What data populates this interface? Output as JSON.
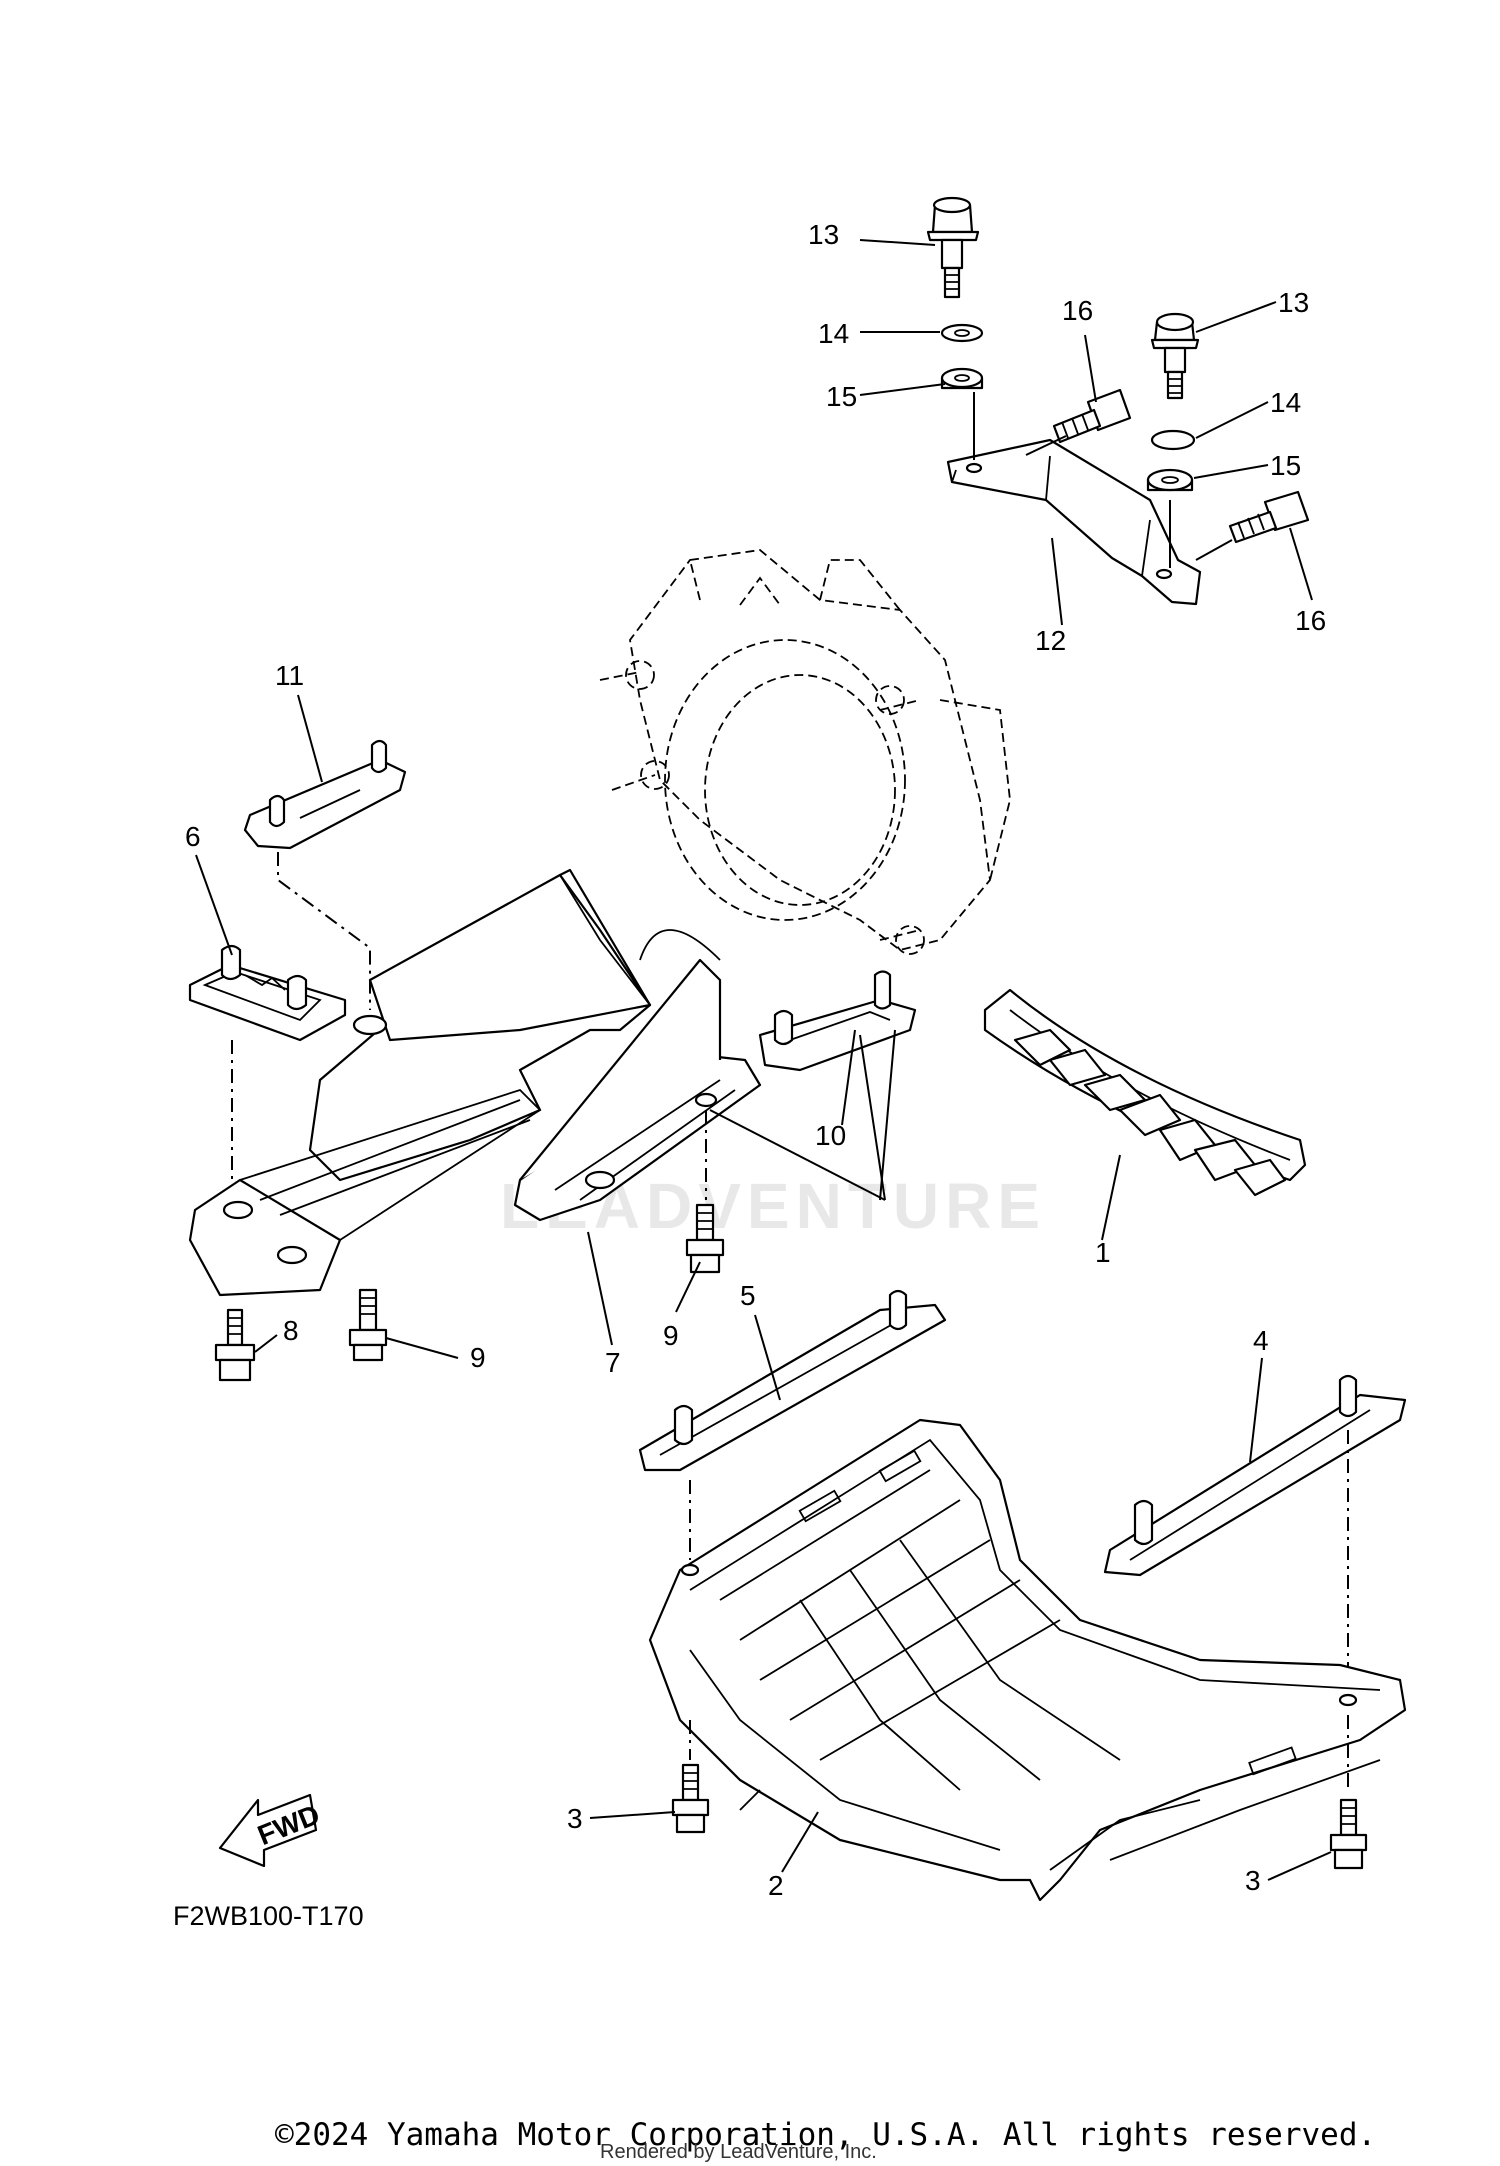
{
  "diagram": {
    "callouts": [
      "1",
      "2",
      "3",
      "3",
      "4",
      "5",
      "6",
      "7",
      "8",
      "9",
      "9",
      "10",
      "11",
      "12",
      "13",
      "13",
      "14",
      "14",
      "15",
      "15",
      "16",
      "16"
    ],
    "fwd_arrow_label": "FWD",
    "figure_code": "F2WB100-T170",
    "watermark": "LEADVENTURE",
    "copyright": "©2024 Yamaha Motor Corporation, U.S.A. All rights reserved.",
    "rendered_by": "Rendered by LeadVenture, Inc."
  }
}
